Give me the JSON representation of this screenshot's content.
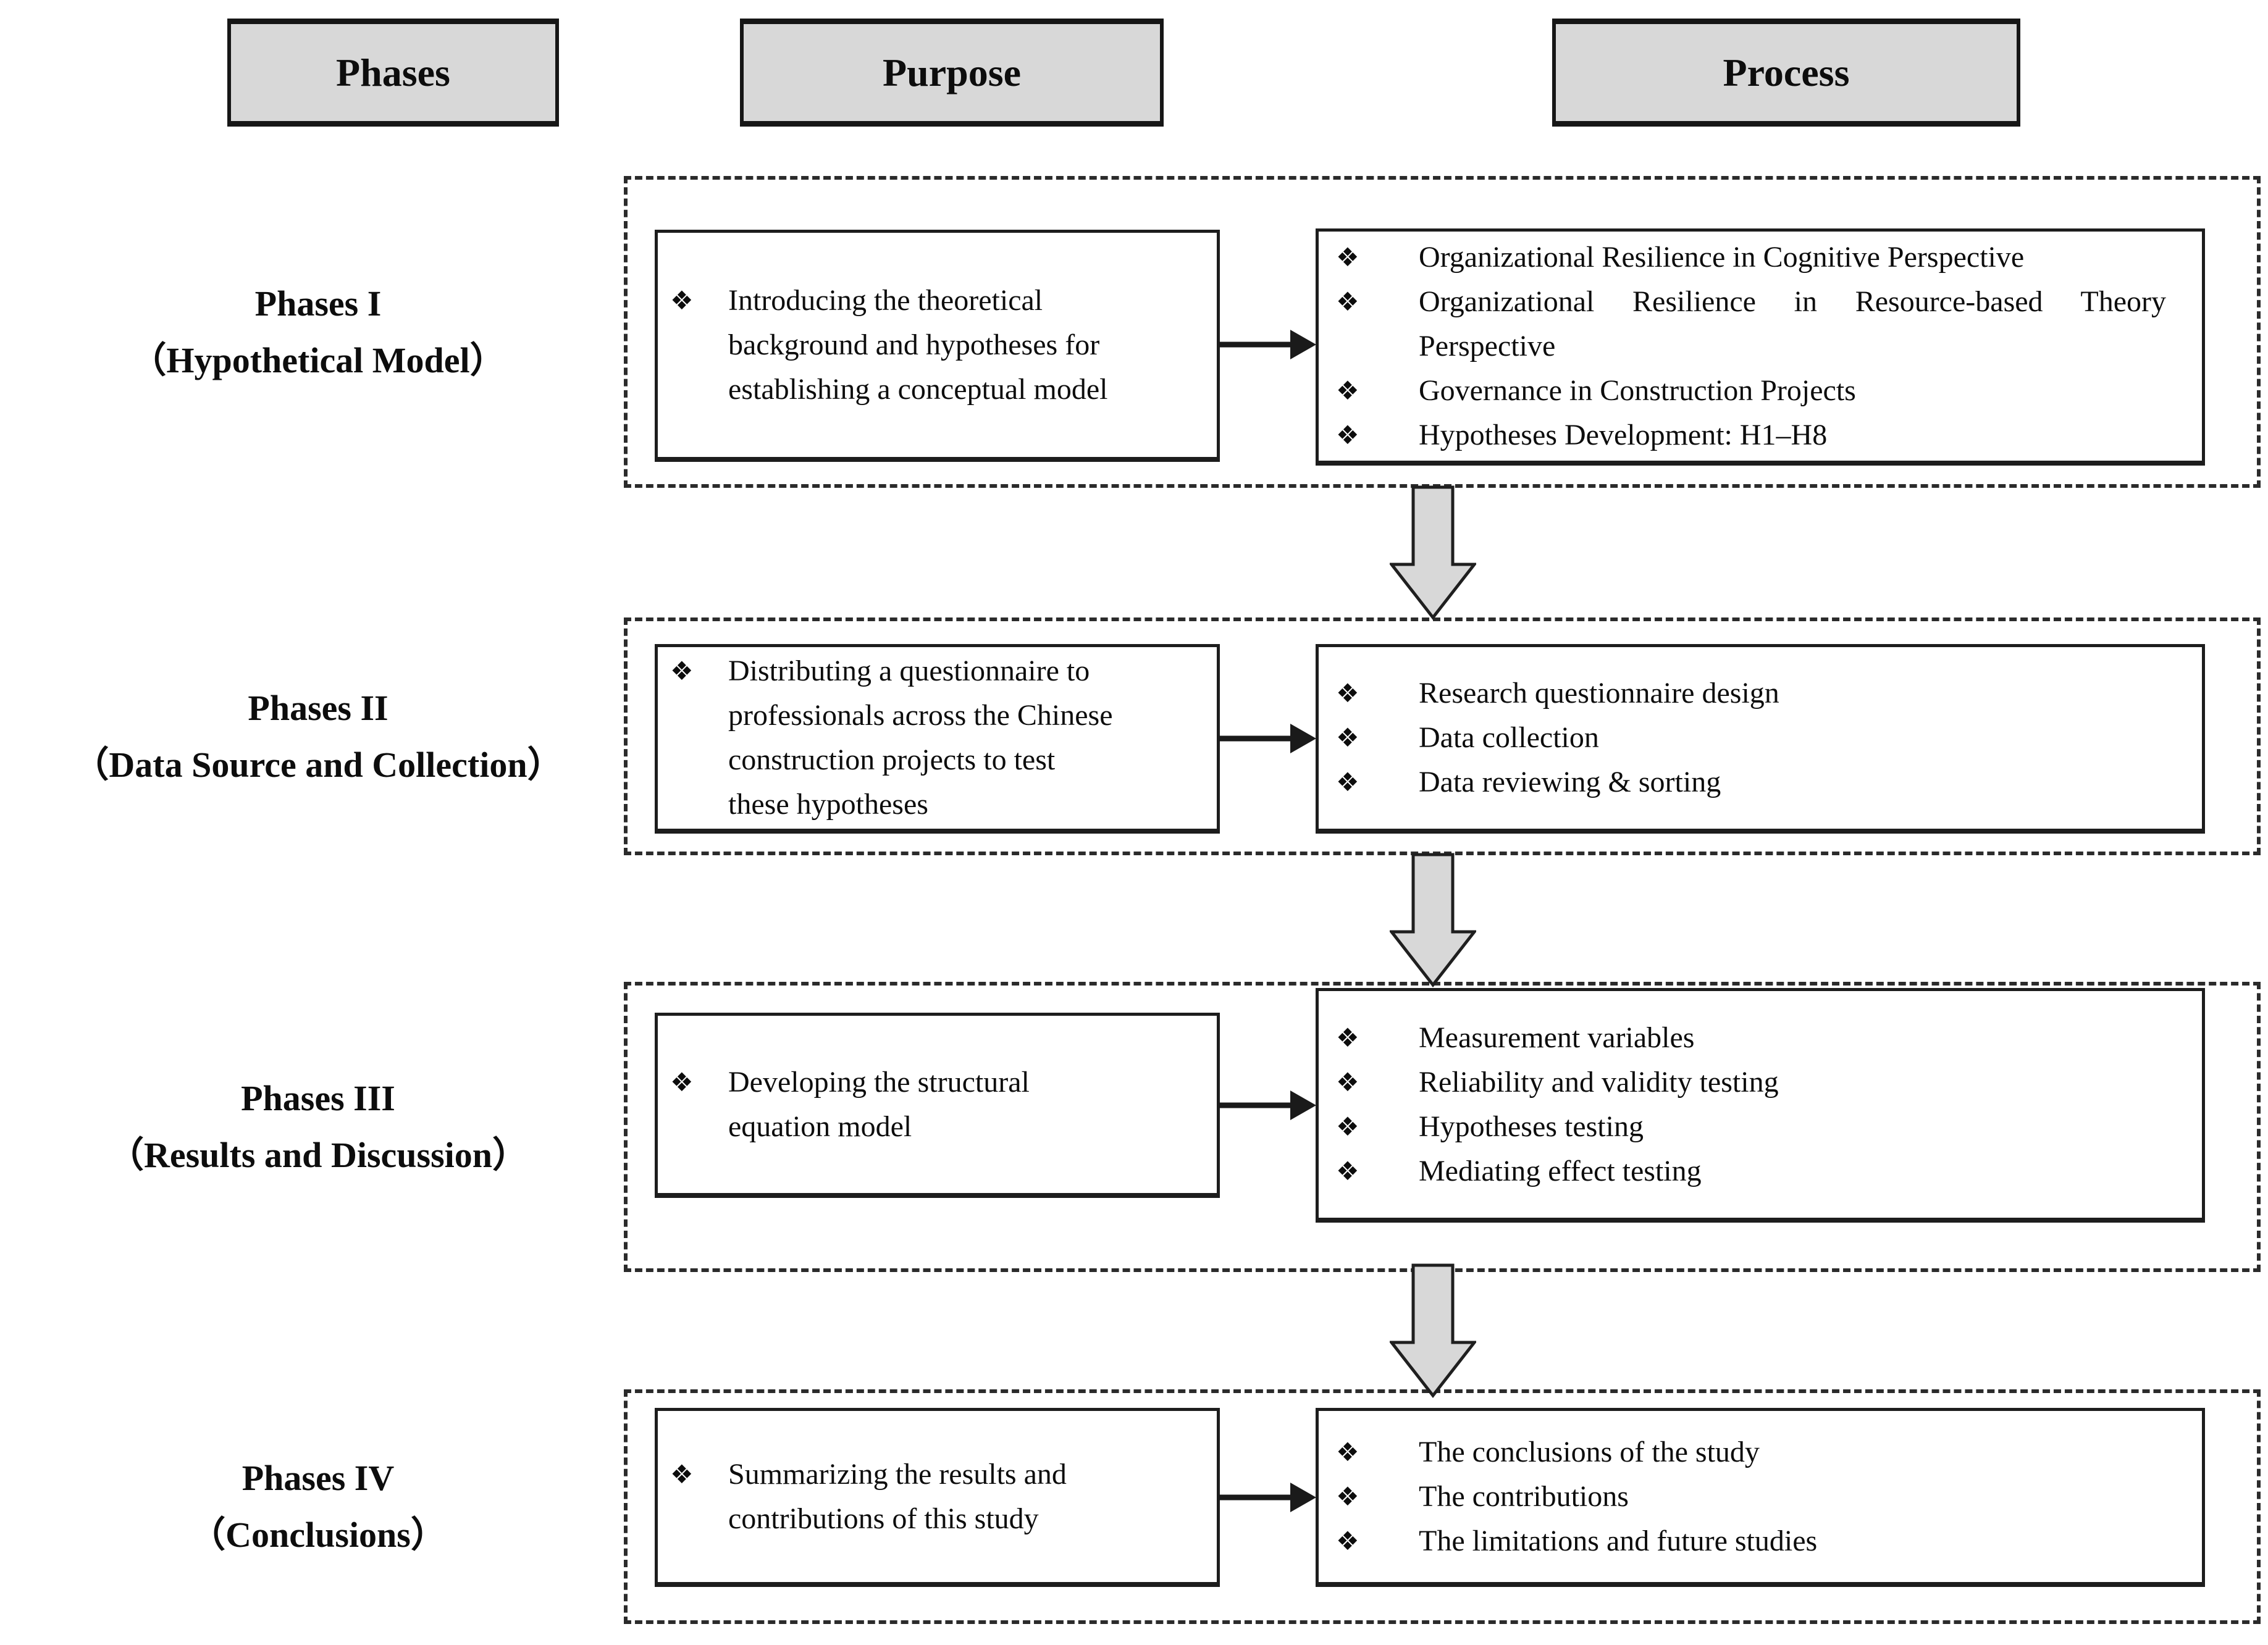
{
  "headers": {
    "phases": "Phases",
    "purpose": "Purpose",
    "process": "Process"
  },
  "bullet": "❖",
  "rows": [
    {
      "phase_line1": "Phases I",
      "phase_line2": "（Hypothetical Model）",
      "purpose": "Introducing the theoretical\nbackground and hypotheses for\nestablishing a conceptual model",
      "process": [
        "Organizational Resilience in Cognitive Perspective",
        "Organizational Resilience in Resource-based Theory Perspective",
        "Governance in Construction Projects",
        "Hypotheses Development: H1–H8"
      ]
    },
    {
      "phase_line1": "Phases II",
      "phase_line2": "（Data Source and Collection）",
      "purpose": "Distributing a questionnaire to\nprofessionals across the Chinese\nconstruction projects to test\nthese hypotheses",
      "process": [
        "Research questionnaire design",
        "Data collection",
        "Data reviewing & sorting"
      ]
    },
    {
      "phase_line1": "Phases III",
      "phase_line2": "（Results and Discussion）",
      "purpose": "Developing the structural\nequation model",
      "process": [
        "Measurement variables",
        "Reliability and validity testing",
        "Hypotheses testing",
        "Mediating effect testing"
      ]
    },
    {
      "phase_line1": "Phases IV",
      "phase_line2": "（Conclusions）",
      "purpose": "Summarizing the results and\ncontributions of this study",
      "process": [
        "The conclusions of the study",
        "The contributions",
        "The limitations and future studies"
      ]
    }
  ],
  "colors": {
    "header_fill": "#d8d8d8",
    "arrow_fill": "#d8d8d8",
    "line": "#1a1a1a"
  }
}
